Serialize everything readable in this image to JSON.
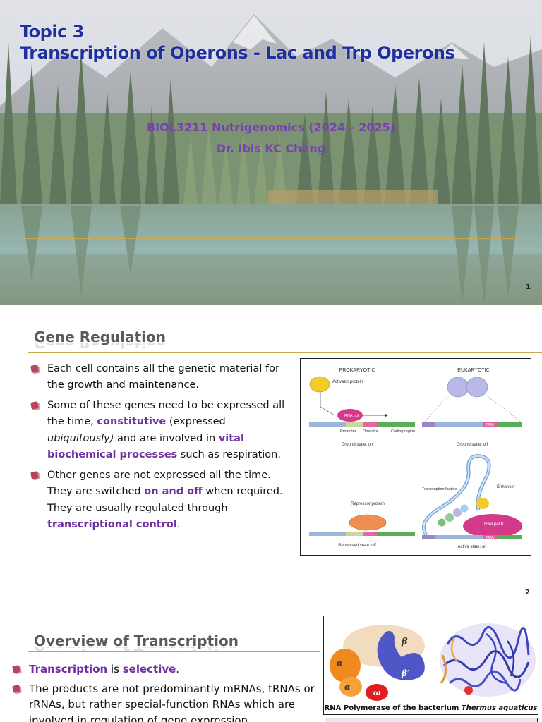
{
  "slide1": {
    "title_line1": "Topic 3",
    "title_line2": "Transcription of Operons - Lac and Trp Operons",
    "course": "BIOL3211 Nutrigenomics (2024 – 2025)",
    "lecturer": "Dr. Ibis KC Cheng",
    "page": "1"
  },
  "slide2": {
    "title": "Gene Regulation",
    "bullets": [
      {
        "text": "Each cell contains all the genetic material for the growth and maintenance."
      },
      {
        "t1": "Some of these genes need to be expressed all the time, ",
        "h1": "constitutive",
        "t2": " (expressed ",
        "i1": "ubiquitously)",
        "t3": " and are involved in ",
        "h2": "vital biochemical processes",
        "t4": " such as respiration."
      },
      {
        "t1": "Other genes are not expressed all the time. They are switched ",
        "h1": "on and off",
        "t2": " when required. They are usually regulated through ",
        "h2": "transcriptional control",
        "t3": "."
      }
    ],
    "figure": {
      "prokaryotic": "PROKARYOTIC",
      "eukaryotic": "EUKARYOTIC",
      "activator": "Activator protein",
      "rna_pol": "RNA pol",
      "promoter": "Promoter",
      "operator": "Operator",
      "coding": "Coding region",
      "ground_on": "Ground state: on",
      "ground_off": "Ground state: off",
      "tata": "TATA",
      "repressor": "Repressor protein",
      "repressed": "Repressed state: off",
      "tfs": "Transcription factors",
      "enhancer": "Enhancer",
      "rna_pol2": "RNA pol II",
      "active": "Active state: on"
    },
    "page": "2"
  },
  "slide3": {
    "title": "Overview of Transcription",
    "bullet1_h1": "Transcription",
    "bullet1_t1": " is ",
    "bullet1_h2": "selective",
    "bullet1_t2": ".",
    "bullet2": "The products are not predominantly mRNAs, tRNAs or rRNAs, but rather special-function RNAs which are involved in regulation of gene expression.",
    "poly_caption_a": "RNA Polymerase of the bacterium ",
    "poly_caption_b": "Thermus aquaticus",
    "subunits": {
      "beta": "β",
      "beta_prime": "β′",
      "alpha1": "α",
      "alpha2": "α",
      "omega": "ω"
    }
  },
  "colors": {
    "title_blue": "#1f2f9e",
    "highlight_purple": "#7030a0",
    "rule_gold": "#c9a84a"
  }
}
